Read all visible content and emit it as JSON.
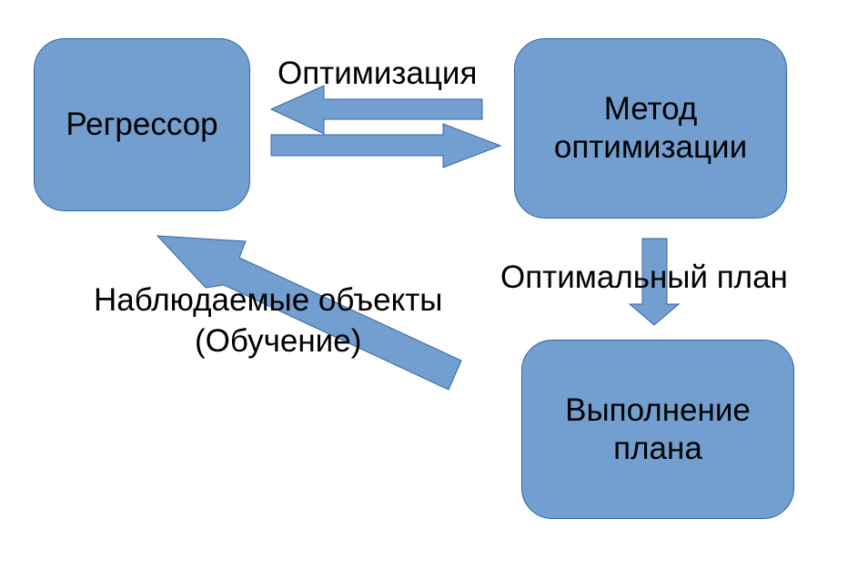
{
  "nodes": {
    "regressor": "Регрессор",
    "method": "Метод оптимизации",
    "execution": "Выполнение плана"
  },
  "edges": {
    "optimization": "Оптимизация",
    "optimal_plan": "Оптимальный план",
    "observed_line1": "Наблюдаемые объекты",
    "observed_line2": "(Обучение)"
  },
  "colors": {
    "fill": "#729fcf",
    "stroke": "#3465a4"
  }
}
